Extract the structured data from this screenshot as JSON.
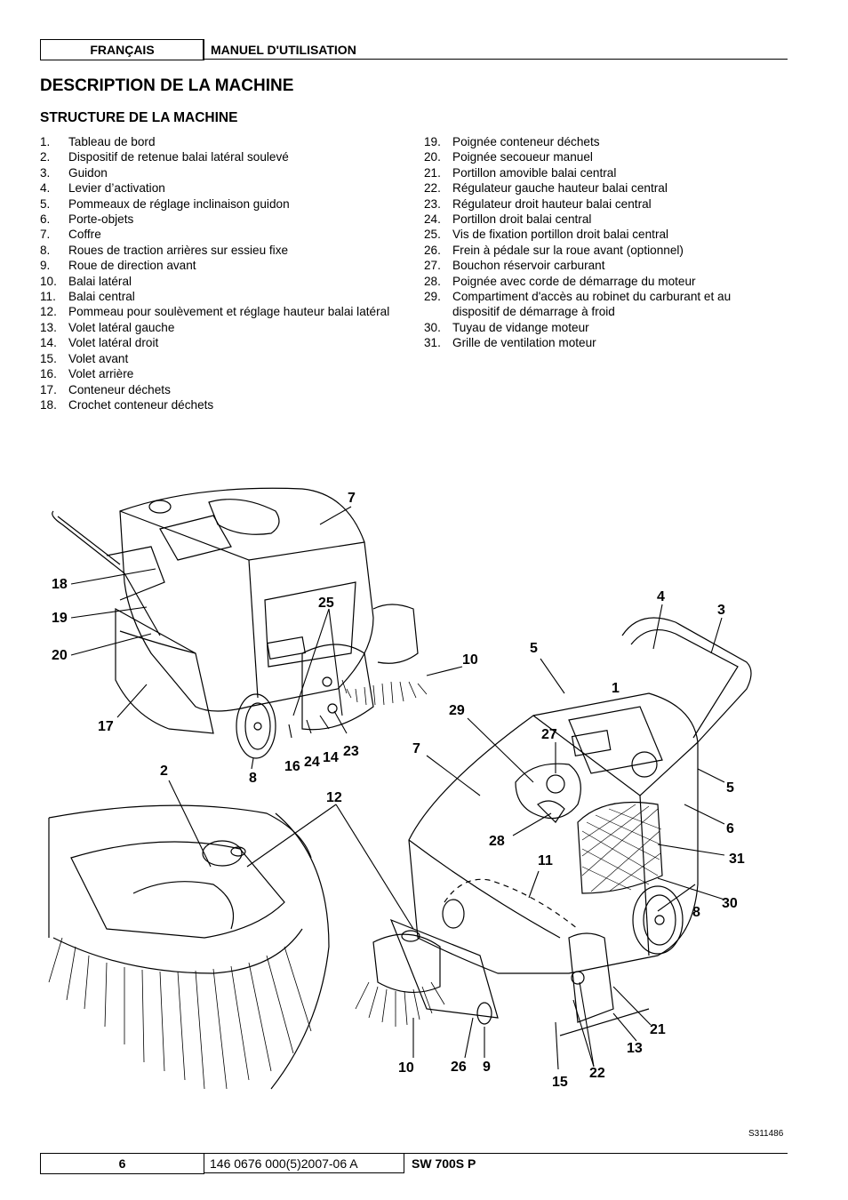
{
  "header": {
    "language": "FRANÇAIS",
    "title": "MANUEL D'UTILISATION"
  },
  "section_title": "DESCRIPTION DE LA MACHINE",
  "subsection_title": "STRUCTURE DE LA MACHINE",
  "parts_left": [
    {
      "n": "1.",
      "t": "Tableau de bord"
    },
    {
      "n": "2.",
      "t": "Dispositif de retenue balai latéral soulevé"
    },
    {
      "n": "3.",
      "t": "Guidon"
    },
    {
      "n": "4.",
      "t": "Levier d’activation"
    },
    {
      "n": "5.",
      "t": "Pommeaux de réglage inclinaison guidon"
    },
    {
      "n": "6.",
      "t": "Porte-objets"
    },
    {
      "n": "7.",
      "t": "Coffre"
    },
    {
      "n": "8.",
      "t": "Roues de traction arrières sur essieu fixe"
    },
    {
      "n": "9.",
      "t": "Roue de direction avant"
    },
    {
      "n": "10.",
      "t": "Balai latéral"
    },
    {
      "n": "11.",
      "t": "Balai central"
    },
    {
      "n": "12.",
      "t": "Pommeau pour soulèvement et réglage hauteur balai latéral"
    },
    {
      "n": "13.",
      "t": "Volet latéral gauche"
    },
    {
      "n": "14.",
      "t": "Volet latéral droit"
    },
    {
      "n": "15.",
      "t": "Volet avant"
    },
    {
      "n": "16.",
      "t": "Volet arrière"
    },
    {
      "n": "17.",
      "t": "Conteneur déchets"
    },
    {
      "n": "18.",
      "t": "Crochet conteneur déchets"
    }
  ],
  "parts_right": [
    {
      "n": "19.",
      "t": "Poignée conteneur déchets"
    },
    {
      "n": "20.",
      "t": "Poignée secoueur manuel"
    },
    {
      "n": "21.",
      "t": "Portillon amovible balai central"
    },
    {
      "n": "22.",
      "t": "Régulateur gauche hauteur balai central"
    },
    {
      "n": "23.",
      "t": "Régulateur droit hauteur balai central"
    },
    {
      "n": "24.",
      "t": "Portillon droit balai central"
    },
    {
      "n": "25.",
      "t": "Vis de fixation portillon droit balai central"
    },
    {
      "n": "26.",
      "t": "Frein à pédale sur la roue avant (optionnel)"
    },
    {
      "n": "27.",
      "t": "Bouchon réservoir carburant"
    },
    {
      "n": "28.",
      "t": "Poignée avec corde de démarrage du moteur"
    },
    {
      "n": "29.",
      "t": "Compartiment d'accès au robinet du carburant et au dispositif de démarrage à froid"
    },
    {
      "n": "30.",
      "t": "Tuyau de vidange moteur"
    },
    {
      "n": "31.",
      "t": "Grille de ventilation moteur"
    }
  ],
  "figure": {
    "code": "S311486",
    "labels": [
      "7",
      "18",
      "19",
      "20",
      "17",
      "25",
      "10",
      "16",
      "24",
      "14",
      "23",
      "8",
      "2",
      "12",
      "4",
      "3",
      "5",
      "1",
      "29",
      "27",
      "7",
      "5",
      "6",
      "28",
      "11",
      "31",
      "30",
      "8",
      "21",
      "13",
      "10",
      "26",
      "9",
      "15",
      "22"
    ]
  },
  "footer": {
    "page": "6",
    "doc_number": "146 0676 000(5)2007-06 A",
    "model": "SW 700S P"
  }
}
